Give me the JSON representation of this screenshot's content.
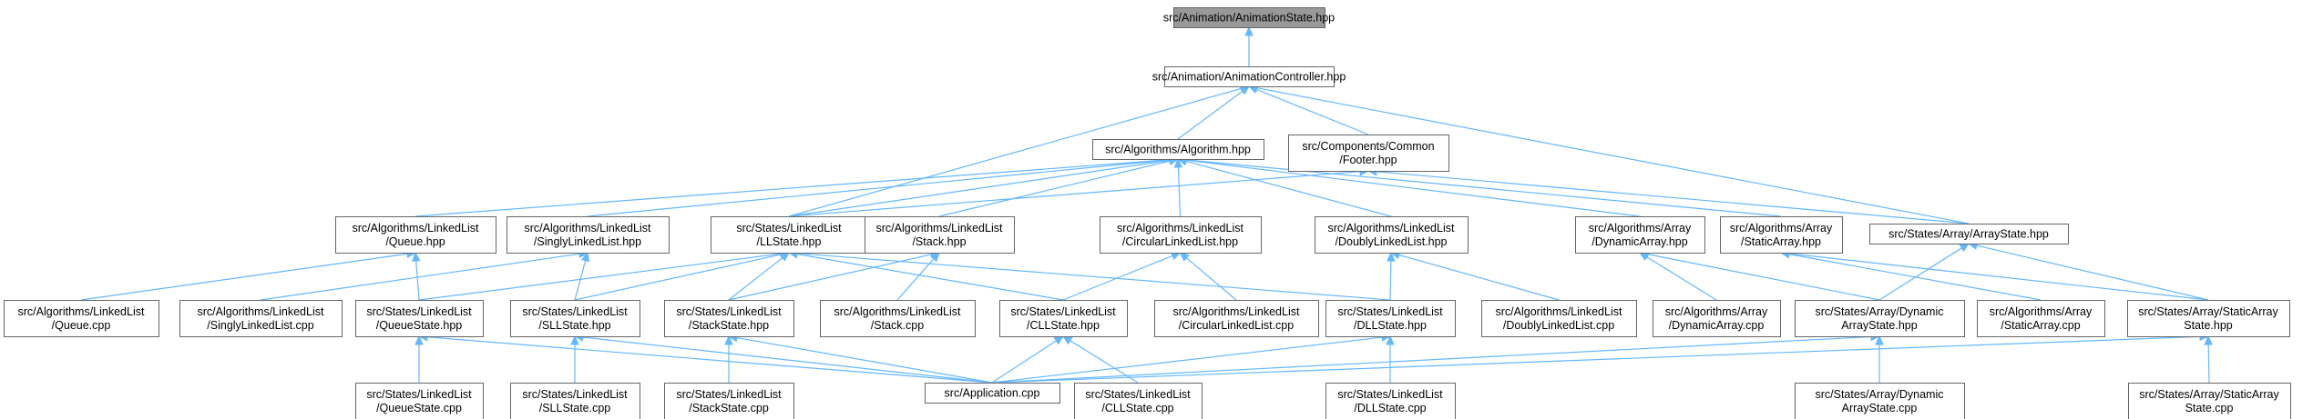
{
  "nodes": [
    {
      "id": "n0",
      "lines": [
        "src/Animation/AnimationState.hpp"
      ],
      "root": true
    },
    {
      "id": "n1",
      "lines": [
        "src/Animation/AnimationController.hpp"
      ]
    },
    {
      "id": "n2",
      "lines": [
        "src/Algorithms/Algorithm.hpp"
      ]
    },
    {
      "id": "n3",
      "lines": [
        "src/Components/Common",
        "/Footer.hpp"
      ]
    },
    {
      "id": "n4",
      "lines": [
        "src/Algorithms/LinkedList",
        "/Queue.hpp"
      ]
    },
    {
      "id": "n5",
      "lines": [
        "src/Algorithms/LinkedList",
        "/SinglyLinkedList.hpp"
      ]
    },
    {
      "id": "n6",
      "lines": [
        "src/States/LinkedList",
        "/LLState.hpp"
      ]
    },
    {
      "id": "n7",
      "lines": [
        "src/Algorithms/LinkedList",
        "/Stack.hpp"
      ]
    },
    {
      "id": "n8",
      "lines": [
        "src/Algorithms/LinkedList",
        "/CircularLinkedList.hpp"
      ]
    },
    {
      "id": "n9",
      "lines": [
        "src/Algorithms/LinkedList",
        "/DoublyLinkedList.hpp"
      ]
    },
    {
      "id": "n10",
      "lines": [
        "src/Algorithms/Array",
        "/DynamicArray.hpp"
      ]
    },
    {
      "id": "n11",
      "lines": [
        "src/Algorithms/Array",
        "/StaticArray.hpp"
      ]
    },
    {
      "id": "n12",
      "lines": [
        "src/States/Array/ArrayState.hpp"
      ]
    },
    {
      "id": "n13",
      "lines": [
        "src/Algorithms/LinkedList",
        "/Queue.cpp"
      ]
    },
    {
      "id": "n14",
      "lines": [
        "src/Algorithms/LinkedList",
        "/SinglyLinkedList.cpp"
      ]
    },
    {
      "id": "n15",
      "lines": [
        "src/States/LinkedList",
        "/QueueState.hpp"
      ]
    },
    {
      "id": "n16",
      "lines": [
        "src/States/LinkedList",
        "/SLLState.hpp"
      ]
    },
    {
      "id": "n17",
      "lines": [
        "src/States/LinkedList",
        "/StackState.hpp"
      ]
    },
    {
      "id": "n18",
      "lines": [
        "src/Algorithms/LinkedList",
        "/Stack.cpp"
      ]
    },
    {
      "id": "n19",
      "lines": [
        "src/States/LinkedList",
        "/CLLState.hpp"
      ]
    },
    {
      "id": "n20",
      "lines": [
        "src/Algorithms/LinkedList",
        "/CircularLinkedList.cpp"
      ]
    },
    {
      "id": "n21",
      "lines": [
        "src/States/LinkedList",
        "/DLLState.hpp"
      ]
    },
    {
      "id": "n22",
      "lines": [
        "src/Algorithms/LinkedList",
        "/DoublyLinkedList.cpp"
      ]
    },
    {
      "id": "n23",
      "lines": [
        "src/Algorithms/Array",
        "/DynamicArray.cpp"
      ]
    },
    {
      "id": "n24",
      "lines": [
        "src/States/Array/Dynamic",
        "ArrayState.hpp"
      ]
    },
    {
      "id": "n25",
      "lines": [
        "src/Algorithms/Array",
        "/StaticArray.cpp"
      ]
    },
    {
      "id": "n26",
      "lines": [
        "src/States/Array/StaticArray",
        "State.hpp"
      ]
    },
    {
      "id": "n27",
      "lines": [
        "src/States/LinkedList",
        "/QueueState.cpp"
      ]
    },
    {
      "id": "n28",
      "lines": [
        "src/States/LinkedList",
        "/SLLState.cpp"
      ]
    },
    {
      "id": "n29",
      "lines": [
        "src/States/LinkedList",
        "/StackState.cpp"
      ]
    },
    {
      "id": "n30",
      "lines": [
        "src/Application.cpp"
      ]
    },
    {
      "id": "n31",
      "lines": [
        "src/States/LinkedList",
        "/CLLState.cpp"
      ]
    },
    {
      "id": "n32",
      "lines": [
        "src/States/LinkedList",
        "/DLLState.cpp"
      ]
    },
    {
      "id": "n33",
      "lines": [
        "src/States/Array/Dynamic",
        "ArrayState.cpp"
      ]
    },
    {
      "id": "n34",
      "lines": [
        "src/States/Array/StaticArray",
        "State.cpp"
      ]
    }
  ],
  "edges": [
    [
      "n1",
      "n0"
    ],
    [
      "n2",
      "n1"
    ],
    [
      "n3",
      "n1"
    ],
    [
      "n6",
      "n1"
    ],
    [
      "n12",
      "n1"
    ],
    [
      "n4",
      "n2"
    ],
    [
      "n5",
      "n2"
    ],
    [
      "n6",
      "n2"
    ],
    [
      "n7",
      "n2"
    ],
    [
      "n8",
      "n2"
    ],
    [
      "n9",
      "n2"
    ],
    [
      "n10",
      "n2"
    ],
    [
      "n11",
      "n2"
    ],
    [
      "n6",
      "n3"
    ],
    [
      "n12",
      "n3"
    ],
    [
      "n13",
      "n4"
    ],
    [
      "n15",
      "n4"
    ],
    [
      "n14",
      "n5"
    ],
    [
      "n16",
      "n5"
    ],
    [
      "n15",
      "n6"
    ],
    [
      "n16",
      "n6"
    ],
    [
      "n17",
      "n6"
    ],
    [
      "n19",
      "n6"
    ],
    [
      "n21",
      "n6"
    ],
    [
      "n17",
      "n7"
    ],
    [
      "n18",
      "n7"
    ],
    [
      "n19",
      "n8"
    ],
    [
      "n20",
      "n8"
    ],
    [
      "n21",
      "n9"
    ],
    [
      "n22",
      "n9"
    ],
    [
      "n23",
      "n10"
    ],
    [
      "n24",
      "n10"
    ],
    [
      "n25",
      "n11"
    ],
    [
      "n26",
      "n11"
    ],
    [
      "n24",
      "n12"
    ],
    [
      "n26",
      "n12"
    ],
    [
      "n27",
      "n15"
    ],
    [
      "n30",
      "n15"
    ],
    [
      "n28",
      "n16"
    ],
    [
      "n30",
      "n16"
    ],
    [
      "n29",
      "n17"
    ],
    [
      "n30",
      "n17"
    ],
    [
      "n30",
      "n19"
    ],
    [
      "n31",
      "n19"
    ],
    [
      "n30",
      "n21"
    ],
    [
      "n32",
      "n21"
    ],
    [
      "n30",
      "n24"
    ],
    [
      "n33",
      "n24"
    ],
    [
      "n30",
      "n26"
    ],
    [
      "n34",
      "n26"
    ]
  ]
}
